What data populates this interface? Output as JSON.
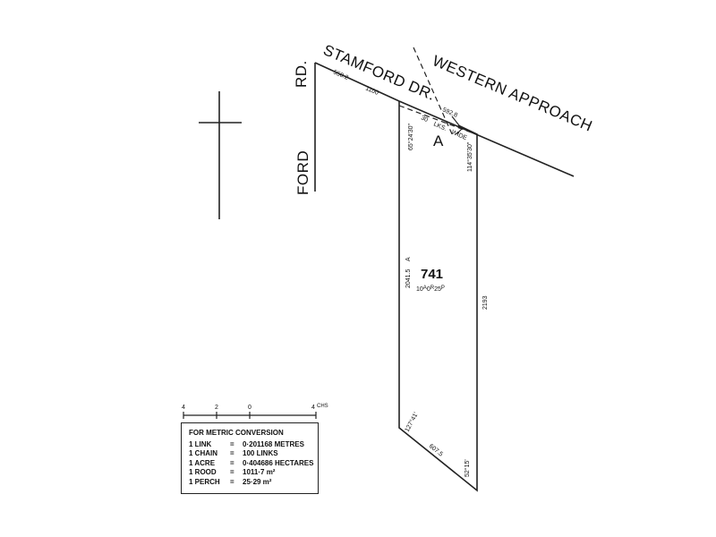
{
  "roads": {
    "ford_rd_part1": "RD.",
    "ford_rd_part2": "FORD",
    "stamford_dr": "STAMFORD DR.",
    "western_approach": "WESTERN APPROACH"
  },
  "lot": {
    "number": "741",
    "area_acres": "10",
    "area_acres_unit": "A",
    "area_roods": "0",
    "area_roods_unit": "R",
    "area_perches": "25",
    "area_perches_unit": "P",
    "point_label": "A"
  },
  "dimensions": {
    "ford_frontage": "550.2",
    "stamford_frontage": "1100",
    "corner_splay": "592.8",
    "lane_width": "30",
    "lane_width_unit": "LKS.",
    "wide_label": "WIDE",
    "west_boundary_bearing": "65°24'30\"",
    "east_boundary_bearing": "114°35'30\"",
    "west_boundary_length": "2041.5",
    "west_boundary_suffix": "A",
    "east_boundary_length": "2193",
    "south_corner_bearing": "127°41'",
    "south_boundary_length": "607.5",
    "south_east_bearing": "52°15'"
  },
  "scale_bar": {
    "ticks": [
      "4",
      "2",
      "0",
      "4"
    ],
    "unit": "CHS"
  },
  "metric_conversion": {
    "title": "FOR METRIC CONVERSION",
    "rows": [
      {
        "unit": "1 LINK",
        "eq": "=",
        "value": "0·201168 METRES"
      },
      {
        "unit": "1 CHAIN",
        "eq": "=",
        "value": "100 LINKS"
      },
      {
        "unit": "1 ACRE",
        "eq": "=",
        "value": "0·404686 HECTARES"
      },
      {
        "unit": "1 ROOD",
        "eq": "=",
        "value": "1011·7 m²"
      },
      {
        "unit": "1 PERCH",
        "eq": "=",
        "value": "25·29 m²"
      }
    ]
  }
}
